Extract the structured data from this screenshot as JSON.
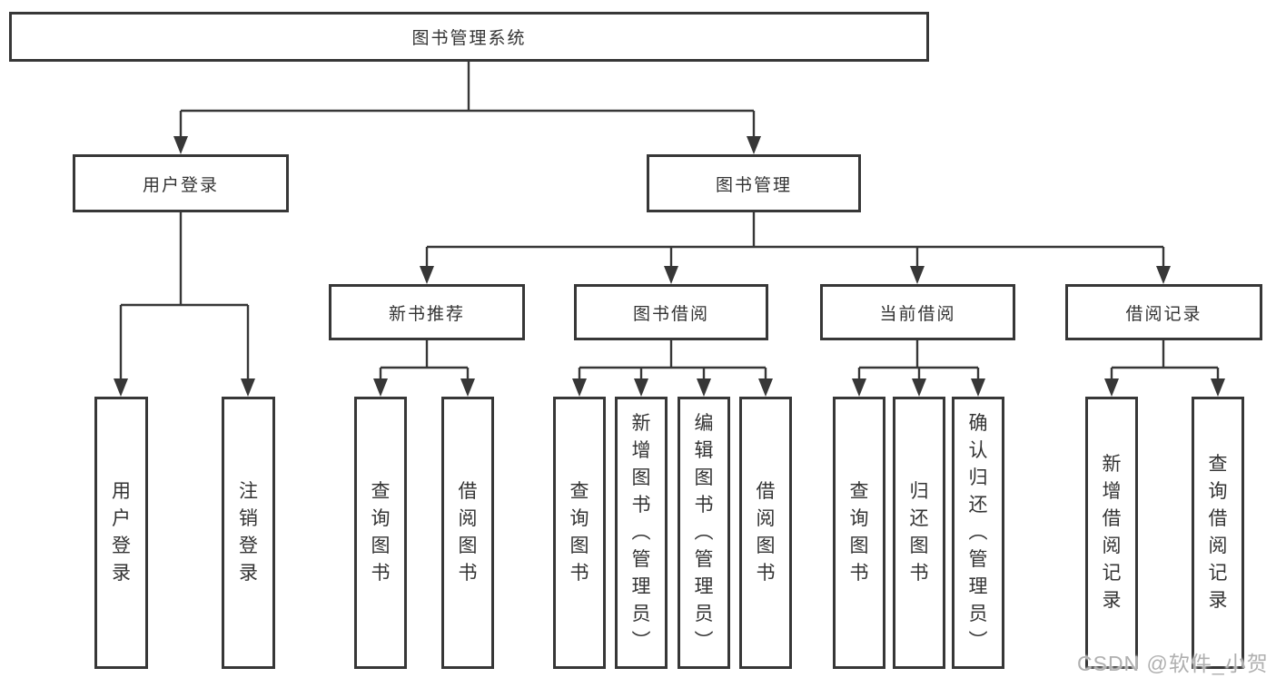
{
  "tree": {
    "label": "图书管理系统",
    "children": [
      {
        "label": "用户登录",
        "children": [
          {
            "label": "用户登录"
          },
          {
            "label": "注销登录"
          }
        ]
      },
      {
        "label": "图书管理",
        "children": [
          {
            "label": "新书推荐",
            "children": [
              {
                "label": "查询图书"
              },
              {
                "label": "借阅图书"
              }
            ]
          },
          {
            "label": "图书借阅",
            "children": [
              {
                "label": "查询图书"
              },
              {
                "label": "新增图书（管理员）"
              },
              {
                "label": "编辑图书（管理员）"
              },
              {
                "label": "借阅图书"
              }
            ]
          },
          {
            "label": "当前借阅",
            "children": [
              {
                "label": "查询图书"
              },
              {
                "label": "归还图书"
              },
              {
                "label": "确认归还（管理员）"
              }
            ]
          },
          {
            "label": "借阅记录",
            "children": [
              {
                "label": "新增借阅记录"
              },
              {
                "label": "查询借阅记录"
              }
            ]
          }
        ]
      }
    ]
  },
  "watermark": {
    "text": "CSDN @软件_小贺同学"
  },
  "colors": {
    "line": "#373737",
    "border": "#373737",
    "text": "#333333",
    "watermark": "#b0b0b0",
    "background": "#ffffff"
  }
}
